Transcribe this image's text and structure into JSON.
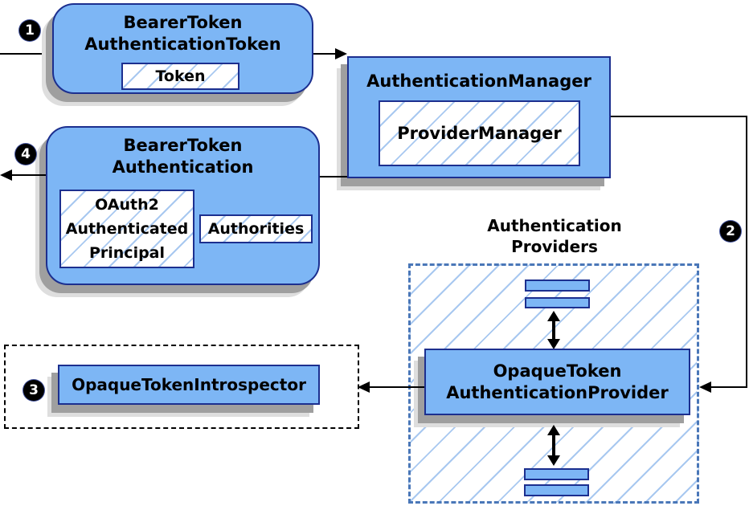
{
  "colors": {
    "node_fill": "#7db6f5",
    "node_border": "#1c2f8f",
    "hatch_line": "#a8c8f0",
    "providers_dash_border": "#4a77b8",
    "black_dash_border": "#000000",
    "shadow_dark": "#9f9f9f",
    "shadow_light": "#dedede",
    "line": "#000000",
    "badge_bg": "#000000",
    "badge_text": "#ffffff"
  },
  "badges": {
    "step1": "1",
    "step2": "2",
    "step3": "3",
    "step4": "4"
  },
  "nodes": {
    "bearer_token_authentication_token": {
      "title_line1": "BearerToken",
      "title_line2": "AuthenticationToken",
      "token_label": "Token"
    },
    "authentication_manager": {
      "title": "AuthenticationManager",
      "provider_manager_label": "ProviderManager"
    },
    "bearer_token_authentication": {
      "title_line1": "BearerToken",
      "title_line2": "Authentication",
      "principal_line1": "OAuth2",
      "principal_line2": "Authenticated",
      "principal_line3": "Principal",
      "authorities_label": "Authorities"
    },
    "authentication_providers": {
      "heading_line1": "Authentication",
      "heading_line2": "Providers",
      "provider_line1": "OpaqueToken",
      "provider_line2": "AuthenticationProvider"
    },
    "introspector": {
      "label": "OpaqueTokenIntrospector"
    }
  }
}
